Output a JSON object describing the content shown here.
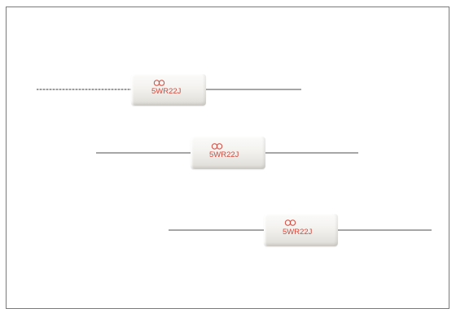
{
  "resistors": [
    {
      "marking": "5WR22J"
    },
    {
      "marking": "5WR22J"
    },
    {
      "marking": "5WR22J"
    }
  ],
  "colors": {
    "marking": "#d2493d",
    "body": "#f3f2ef",
    "lead": "#9a9a9a",
    "frame": "#7a7a7a"
  },
  "icons": [
    "brand-logo-icon"
  ]
}
